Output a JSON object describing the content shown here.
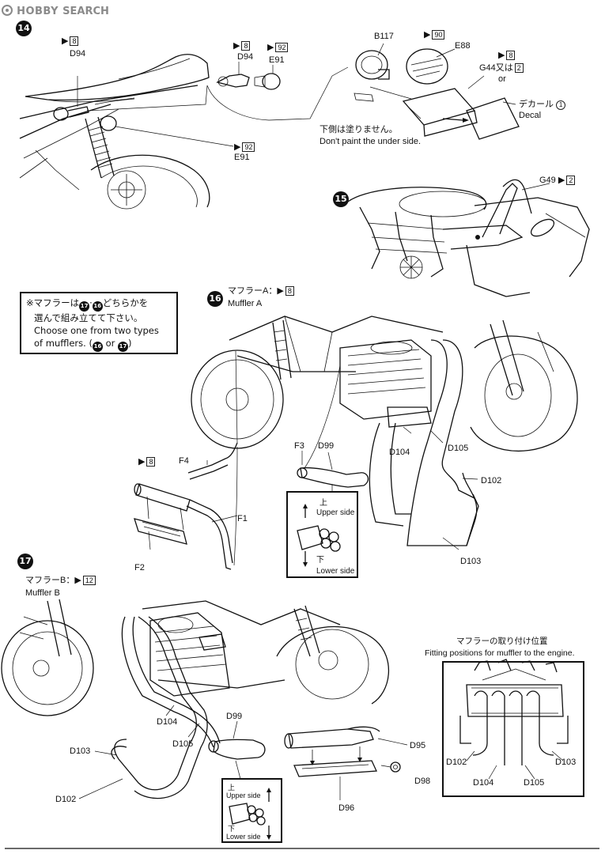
{
  "header": {
    "logo_text": "HOBBY SEARCH",
    "logo_word1": "HOBBY",
    "logo_word2": "SEARCH"
  },
  "steps": {
    "s14": "14",
    "s15": "15",
    "s16": "16",
    "s17": "17"
  },
  "step14": {
    "parts": {
      "d94_a": "D94",
      "d94_b": "D94",
      "e91_a": "E91",
      "e91_b": "E91",
      "b117": "B117",
      "e88": "E88",
      "g44": "G44又は",
      "or": "or"
    },
    "runners": {
      "r8a": "8",
      "r8b": "8",
      "r92a": "92",
      "r90": "90",
      "r8c": "8",
      "r2a": "2",
      "r92b": "92"
    },
    "decal_jp": "デカール",
    "decal_num": "1",
    "decal_en": "Decal",
    "paint_jp": "下側は塗りません。",
    "paint_en": "Don't paint the under side."
  },
  "step15": {
    "part": "G49",
    "runner": "2"
  },
  "note": {
    "line1_prefix": "※マフラーは",
    "line1_ref1": "17",
    "line1_sep": "·",
    "line1_ref2": "16",
    "line1_suffix": "どちらかを",
    "line2": "選んで組み立てて下さい。",
    "line3": "Choose one from two types",
    "line4_prefix": "of mufflers. (",
    "line4_ref1": "16",
    "line4_or": " or ",
    "line4_ref2": "17",
    "line4_suffix": ")"
  },
  "step16": {
    "title_jp": "マフラーA：",
    "title_runner": "8",
    "title_en": "Muffler A",
    "parts": {
      "f4": "F4",
      "f3": "F3",
      "d99": "D99",
      "d104": "D104",
      "d105": "D105",
      "d102": "D102",
      "f1": "F1",
      "f2": "F2",
      "d103": "D103"
    },
    "runner_f": "8",
    "inset": {
      "upper_jp": "上",
      "upper_en": "Upper side",
      "lower_jp": "下",
      "lower_en": "Lower side"
    }
  },
  "step17": {
    "title_jp": "マフラーB：",
    "title_runner": "12",
    "title_en": "Muffler B",
    "parts": {
      "d104": "D104",
      "d105": "D105",
      "d99": "D99",
      "d95": "D95",
      "d103": "D103",
      "d102": "D102",
      "d98": "D98",
      "d96": "D96"
    },
    "inset": {
      "upper_jp": "上",
      "upper_en": "Upper side",
      "lower_jp": "下",
      "lower_en": "Lower side"
    }
  },
  "fitting": {
    "title_jp": "マフラーの取り付け位置",
    "title_en": "Fitting positions for muffler to the engine.",
    "parts": {
      "d102": "D102",
      "d103": "D103",
      "d104": "D104",
      "d105": "D105"
    }
  }
}
